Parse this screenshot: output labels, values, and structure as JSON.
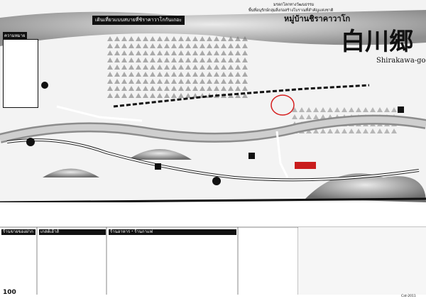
{
  "map": {
    "banner_left": "เดินเที่ยวแบบสบายที่ชิราคาวาโกกันเถอะ",
    "banner_right_line1": "มรดกโลกทางวัฒนธรรม",
    "banner_right_line2": "พื้นที่อนุรักษ์กลุ่มสิ่งก่อสร้างโบราณที่สำคัญแห่งชาติ",
    "banner_right_line3": "หมู่บ้านชิราคาวาโก",
    "logo_kanji": "白川郷",
    "logo_roman": "Shirakawa-go",
    "legend_title": "ความหมาย",
    "sections": {
      "attractions": "ร้านขายของฝาก",
      "restaurants": "ร้านอาหาร・ร้านกาแฟ",
      "lodging": "เกสต์เฮ้าส์"
    },
    "footer_code": "100",
    "corner_code": "Cat-2011"
  },
  "icons": {
    "parking": "P",
    "toilet": "WC",
    "info": "i"
  },
  "colors": {
    "ink": "#111111",
    "road": "#ffffff",
    "terrain": "#9a9a9a",
    "highlight": "#d62020"
  }
}
